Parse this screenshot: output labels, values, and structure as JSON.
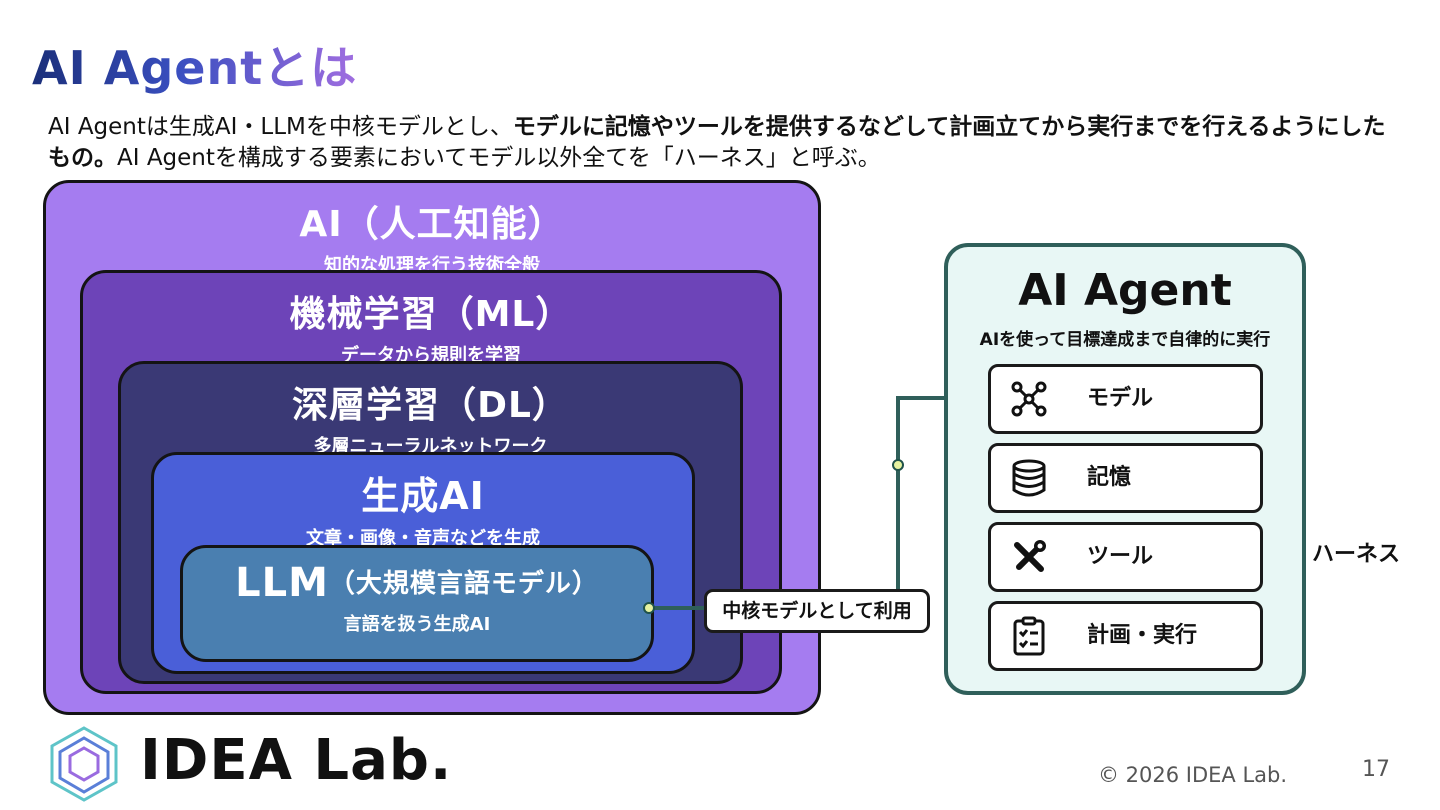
{
  "title": "AI Agentとは",
  "lead": {
    "part1": "AI Agentは生成AI・LLMを中核モデルとし、",
    "bold": "モデルに記憶やツールを提供するなどして計画立てから実行までを行えるようにしたもの。",
    "part2": "AI Agentを構成する要素においてモデル以外全てを「ハーネス」と呼ぶ。"
  },
  "layers": {
    "ai": {
      "title": "AI（人工知能）",
      "subtitle": "知的な処理を行う技術全般"
    },
    "ml": {
      "title": "機械学習（ML）",
      "subtitle": "データから規則を学習"
    },
    "dl": {
      "title": "深層学習（DL）",
      "subtitle": "多層ニューラルネットワーク"
    },
    "gen": {
      "title": "生成AI",
      "subtitle": "文章・画像・音声などを生成"
    },
    "llm": {
      "title": "LLM",
      "title_paren": "（大規模言語モデル）",
      "subtitle": "言語を扱う生成AI"
    }
  },
  "connector": {
    "label": "中核モデルとして利用"
  },
  "agent": {
    "title": "AI Agent",
    "subtitle": "AIを使って目標達成まで自律的に実行",
    "items": [
      {
        "label": "モデル",
        "icon": "network-icon"
      },
      {
        "label": "記憶",
        "icon": "database-icon"
      },
      {
        "label": "ツール",
        "icon": "tools-icon"
      },
      {
        "label": "計画・実行",
        "icon": "checklist-icon"
      }
    ],
    "harness_label": "ハーネス"
  },
  "footer": {
    "logo": "IDEA Lab.",
    "copyright": "© 2026 IDEA Lab.",
    "page": "17"
  }
}
